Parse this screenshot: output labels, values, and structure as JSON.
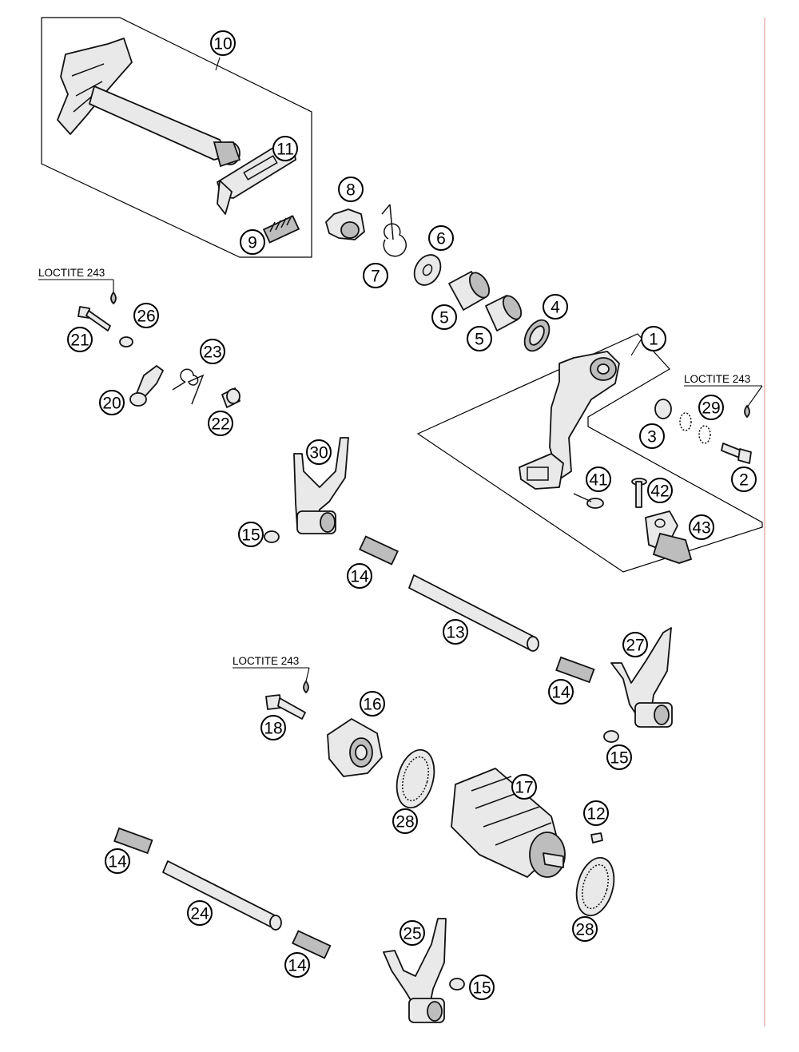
{
  "diagram": {
    "callouts": [
      "10",
      "11",
      "9",
      "8",
      "7",
      "6",
      "5",
      "5",
      "4",
      "1",
      "3",
      "29",
      "2",
      "41",
      "42",
      "43",
      "21",
      "26",
      "23",
      "20",
      "22",
      "30",
      "15",
      "14",
      "13",
      "27",
      "14",
      "15",
      "18",
      "16",
      "28",
      "17",
      "12",
      "28",
      "14",
      "24",
      "14",
      "25",
      "15"
    ],
    "loctite_labels": [
      "LOCTITE 243",
      "LOCTITE 243",
      "LOCTITE 243"
    ]
  }
}
